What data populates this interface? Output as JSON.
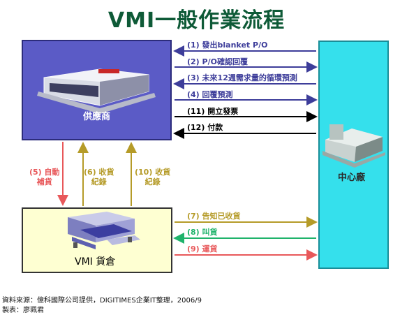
{
  "title": "VMI一般作業流程",
  "nodes": {
    "supplier": "供應商",
    "center": "中心廠",
    "hub": "VMI 貨倉"
  },
  "right_arrows": [
    {
      "label": "(1) 發出blanket P/O",
      "color": "#3d3d9a",
      "direction": "left"
    },
    {
      "label": "(2) P/O確認回覆",
      "color": "#3d3d9a",
      "direction": "right"
    },
    {
      "label": "(3) 未來12週需求量的循環預測",
      "color": "#3d3d9a",
      "direction": "left"
    },
    {
      "label": "(4) 回覆預測",
      "color": "#3d3d9a",
      "direction": "right"
    },
    {
      "label": "(11) 開立發票",
      "color": "#000000",
      "direction": "right"
    },
    {
      "label": "(12) 付款",
      "color": "#000000",
      "direction": "left"
    }
  ],
  "vertical_arrows": [
    {
      "line1": "(5) 自動",
      "line2": "補貨",
      "color": "#e8585a",
      "direction": "down"
    },
    {
      "line1": "(6) 收貨",
      "line2": "紀錄",
      "color": "#b59b28",
      "direction": "up"
    },
    {
      "line1": "(10) 收貨",
      "line2": "紀錄",
      "color": "#b59b28",
      "direction": "up"
    }
  ],
  "bottom_arrows": [
    {
      "label": "(7) 告知已收貨",
      "color": "#b59b28",
      "direction": "right"
    },
    {
      "label": "(8) 叫貨",
      "color": "#1fb36b",
      "direction": "left"
    },
    {
      "label": "(9) 運貨",
      "color": "#e8585a",
      "direction": "right"
    }
  ],
  "footer": {
    "source": "資料來源：億科國際公司提供，DIGITIMES企業IT整理，2006/9",
    "author": "製表：廖珮君"
  }
}
